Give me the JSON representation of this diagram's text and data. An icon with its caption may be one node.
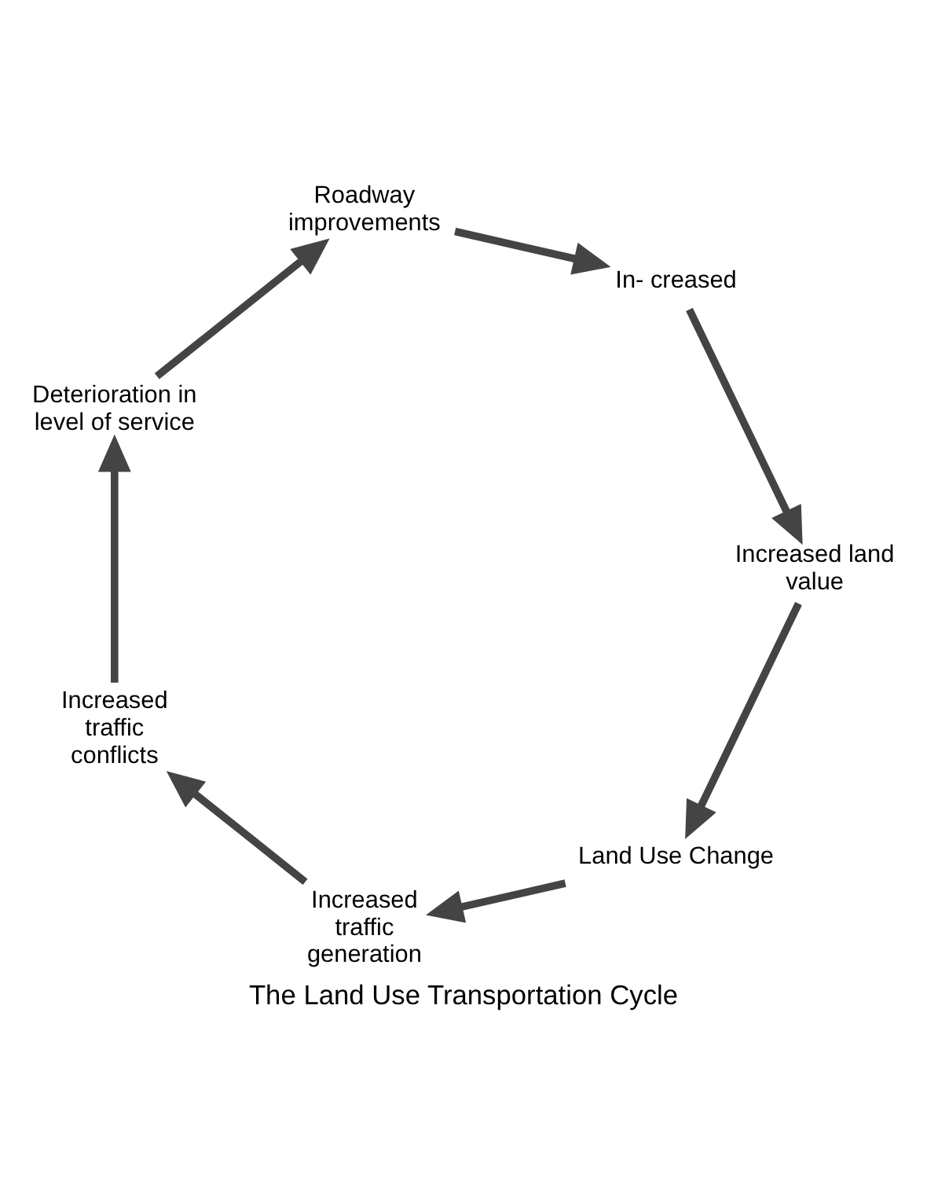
{
  "diagram": {
    "title": "The Land Use Transportation Cycle",
    "nodes": [
      {
        "text": [
          "Land Use Change"
        ]
      },
      {
        "text": [
          "Increased traffic generation"
        ]
      },
      {
        "text": [
          "Increased traffic conflicts"
        ]
      },
      {
        "text": [
          "Deterioration in level of service"
        ]
      },
      {
        "text": [
          "Roadway improvements"
        ]
      },
      {
        "text": [
          "In- creased"
        ]
      },
      {
        "text": [
          "Increased land value"
        ]
      }
    ],
    "edges": [
      {
        "from": 0,
        "to": 1,
        "arrow": "to"
      },
      {
        "from": 1,
        "to": 2,
        "arrow": "to"
      },
      {
        "from": 2,
        "to": 3,
        "arrow": "to"
      },
      {
        "from": 3,
        "to": 4,
        "arrow": "to"
      },
      {
        "from": 4,
        "to": 5,
        "arrow": "to"
      },
      {
        "from": 5,
        "to": 6,
        "arrow": "to"
      },
      {
        "from": 6,
        "to": 0,
        "arrow": "to"
      }
    ]
  }
}
